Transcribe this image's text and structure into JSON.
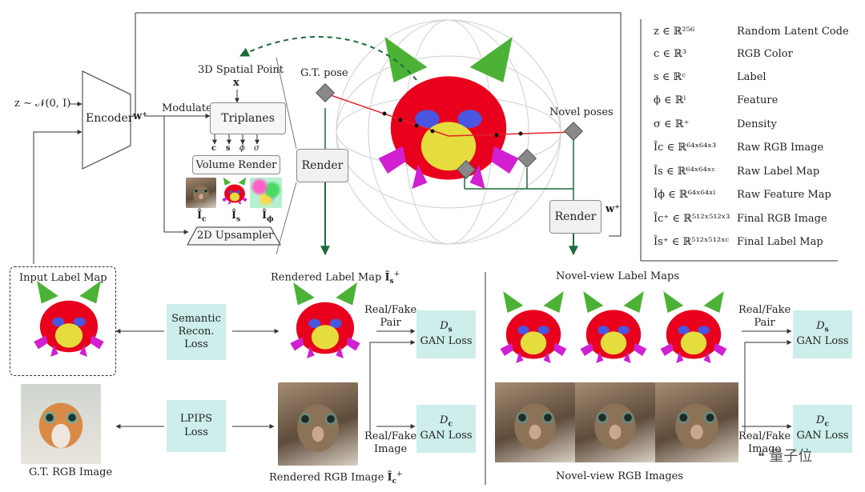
{
  "top": {
    "latent_input": "z ∼ 𝒩(0, I)",
    "encoder": "Encoder",
    "w_plus": "w⁺",
    "modulate": "Modulate",
    "spatial_point": "3D Spatial Point",
    "spatial_x": "x",
    "triplanes": "Triplanes",
    "outputs": [
      "c",
      "s",
      "ϕ",
      "σ"
    ],
    "volume_render": "Volume Render",
    "raw_labels": [
      "Î",
      "Î",
      "Î"
    ],
    "raw_label_subs": [
      "c",
      "s",
      "ϕ"
    ],
    "upsampler": "2D Upsampler",
    "gt_pose": "G.T. pose",
    "novel_poses": "Novel poses",
    "render_left": "Render",
    "render_right": "Render",
    "w_plus_right": "w⁺"
  },
  "legend": [
    {
      "sym": "z ∈ ℝ²⁵⁶",
      "desc": "Random Latent Code"
    },
    {
      "sym": "c ∈ ℝ³",
      "desc": "RGB Color"
    },
    {
      "sym": "s ∈ ℝᶜ",
      "desc": "Label"
    },
    {
      "sym": "ϕ ∈ ℝˡ",
      "desc": "Feature"
    },
    {
      "sym": "σ ∈ ℝ⁺",
      "desc": "Density"
    },
    {
      "sym": "Îc ∈ ℝ⁶⁴ˣ⁶⁴ˣ³",
      "desc": "Raw RGB Image"
    },
    {
      "sym": "Îs ∈ ℝ⁶⁴ˣ⁶⁴ˣᶜ",
      "desc": "Raw Label Map"
    },
    {
      "sym": "Îϕ ∈ ℝ⁶⁴ˣ⁶⁴ˣˡ",
      "desc": "Raw Feature Map"
    },
    {
      "sym": "Îc⁺ ∈ ℝ⁵¹²ˣ⁵¹²ˣ³",
      "desc": "Final RGB Image"
    },
    {
      "sym": "Îs⁺ ∈ ℝ⁵¹²ˣ⁵¹²ˣᶜ",
      "desc": "Final Label Map"
    }
  ],
  "bottom_left": {
    "input_label_map": "Input Label Map",
    "gt_rgb": "G.T. RGB Image",
    "semantic_loss": "Semantic\nRecon.\nLoss",
    "lpips_loss": "LPIPS\nLoss",
    "rendered_label": "Rendered Label Map",
    "rendered_label_sym": "Î",
    "rendered_label_sub": "s",
    "rendered_rgb": "Rendered RGB Image",
    "rendered_rgb_sym": "Î",
    "rendered_rgb_sub": "c",
    "real_fake_pair": "Real/Fake\nPair",
    "real_fake_image": "Real/Fake\nImage",
    "ds_loss": "GAN Loss",
    "dc_loss": "GAN Loss",
    "ds_sym": "D",
    "ds_sub": "s",
    "dc_sym": "D",
    "dc_sub": "c"
  },
  "bottom_right": {
    "novel_label_maps": "Novel-view Label Maps",
    "novel_rgb_images": "Novel-view RGB Images",
    "real_fake_pair": "Real/Fake\nPair",
    "real_fake_image": "Real/Fake\nImage",
    "ds_loss": "GAN Loss",
    "dc_loss": "GAN Loss",
    "ds_sym": "D",
    "ds_sub": "s",
    "dc_sym": "D",
    "dc_sub": "c"
  },
  "watermark": "量子位",
  "colors": {
    "face": "#e8001c",
    "ear": "#4bb236",
    "eye": "#4a55e0",
    "nose": "#e5dc3e",
    "whisker": "#d11fd1",
    "teal": "#cdeeea",
    "arrow_green": "#1c6b3a",
    "pose_line": "#e3242b"
  }
}
